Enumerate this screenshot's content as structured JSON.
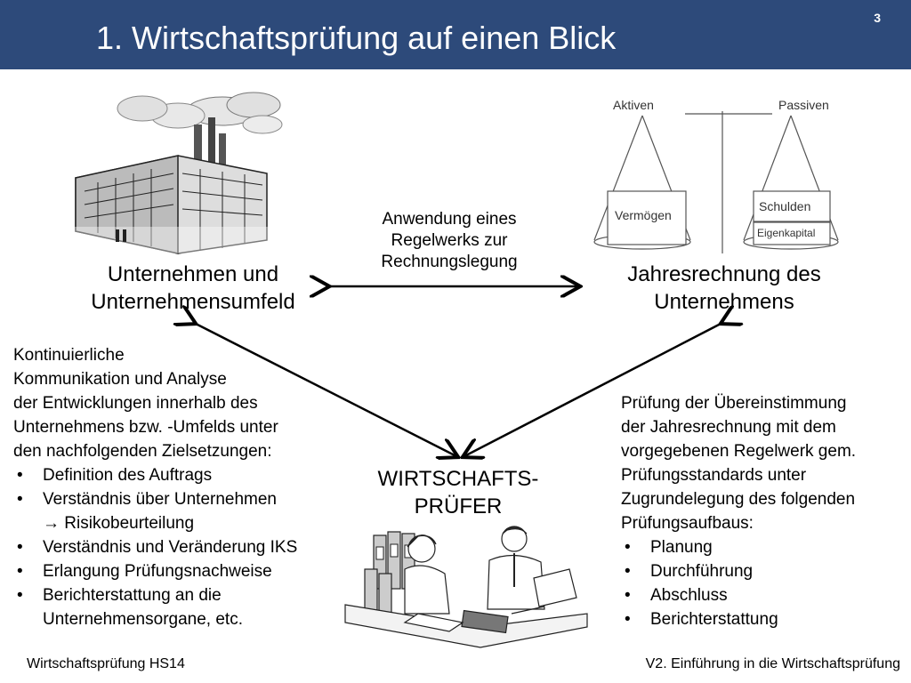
{
  "header": {
    "title": "1. Wirtschaftsprüfung auf einen Blick",
    "page_number": "3",
    "bg_color": "#2d4a7a"
  },
  "nodes": {
    "company": [
      "Unternehmen und",
      "Unternehmensumfeld"
    ],
    "annual_report": [
      "Jahresrechnung des",
      "Unternehmens"
    ],
    "auditor": [
      "WIRTSCHAFTS-",
      "PRÜFER"
    ]
  },
  "edge_label": [
    "Anwendung eines",
    "Regelwerks zur",
    "Rechnungslegung"
  ],
  "balance_image": {
    "aktiven": "Aktiven",
    "passiven": "Passiven",
    "vermoegen": "Vermögen",
    "schulden": "Schulden",
    "eigenkapital": "Eigenkapital"
  },
  "left_block": {
    "intro": [
      "Kontinuierliche",
      "Kommunikation und Analyse",
      "der Entwicklungen innerhalb des",
      "Unternehmens bzw. -Umfelds unter",
      "den nachfolgenden Zielsetzungen:"
    ],
    "bullets": [
      "Definition des Auftrags",
      "Verständnis über Unternehmen",
      "Verständnis und Veränderung IKS",
      "Erlangung Prüfungsnachweise",
      "Berichterstattung an die"
    ],
    "bullet2_cont_arrow": "→",
    "bullet2_cont": "Risikobeurteilung",
    "bullet5_cont": "Unternehmensorgane, etc."
  },
  "right_block": {
    "intro": [
      "Prüfung der Übereinstimmung",
      "der Jahresrechnung mit dem",
      "vorgegebenen Regelwerk gem.",
      "Prüfungsstandards unter",
      "Zugrundelegung des folgenden",
      "Prüfungsaufbaus:"
    ],
    "bullets": [
      "Planung",
      "Durchführung",
      "Abschluss",
      "Berichterstattung"
    ]
  },
  "footer": {
    "left": "Wirtschaftsprüfung HS14",
    "right": "V2. Einführung in die Wirtschaftsprüfung"
  }
}
